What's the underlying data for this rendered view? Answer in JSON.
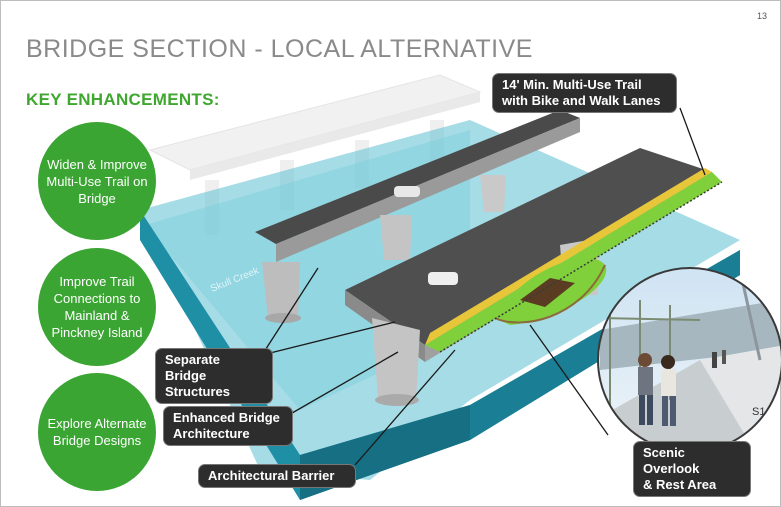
{
  "page": {
    "number": "13",
    "title": "BRIDGE SECTION - LOCAL ALTERNATIVE",
    "subtitle": "KEY ENHANCEMENTS:"
  },
  "enhancements": [
    "Widen & Improve Multi-Use Trail on Bridge",
    "Improve Trail Connections to Mainland & Pinckney Island",
    "Explore Alternate Bridge Designs"
  ],
  "callouts": {
    "trail": "14' Min. Multi-Use Trail\nwith Bike and Walk Lanes",
    "separate": "Separate Bridge\nStructures",
    "architecture": "Enhanced Bridge\nArchitecture",
    "barrier": "Architectural Barrier",
    "overlook": "Scenic Overlook\n& Rest Area"
  },
  "scene": {
    "water_label": "Skull Creek"
  },
  "colors": {
    "accent_green": "#3ba533",
    "title_gray": "#8a8a8a",
    "water": "#1f8fa6",
    "callout_bg": "#2d2d2d"
  }
}
